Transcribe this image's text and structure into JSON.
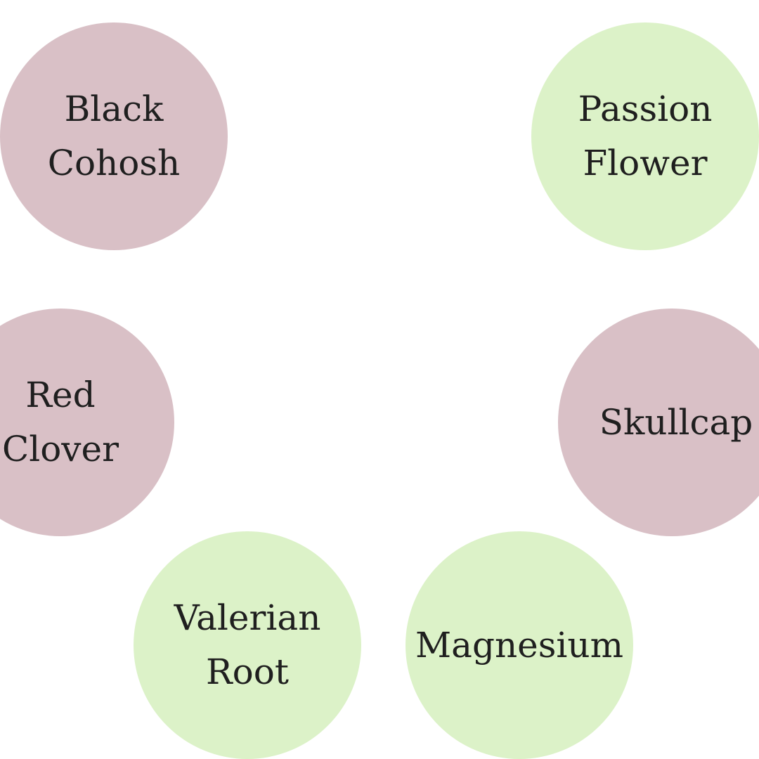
{
  "colors": {
    "background": "#ffffff",
    "pink": "#d9c0c6",
    "green": "#dcf2c8",
    "text": "#1f1f1f"
  },
  "items": [
    {
      "id": "black-cohosh",
      "label": "Black\nCohosh",
      "color": "pink"
    },
    {
      "id": "passion-flower",
      "label": "Passion\nFlower",
      "color": "green"
    },
    {
      "id": "red-clover",
      "label": "Red\nClover",
      "color": "pink"
    },
    {
      "id": "skullcap",
      "label": "Skullcap",
      "color": "pink"
    },
    {
      "id": "valerian-root",
      "label": "Valerian\nRoot",
      "color": "green"
    },
    {
      "id": "magnesium",
      "label": "Magnesium",
      "color": "green"
    }
  ]
}
